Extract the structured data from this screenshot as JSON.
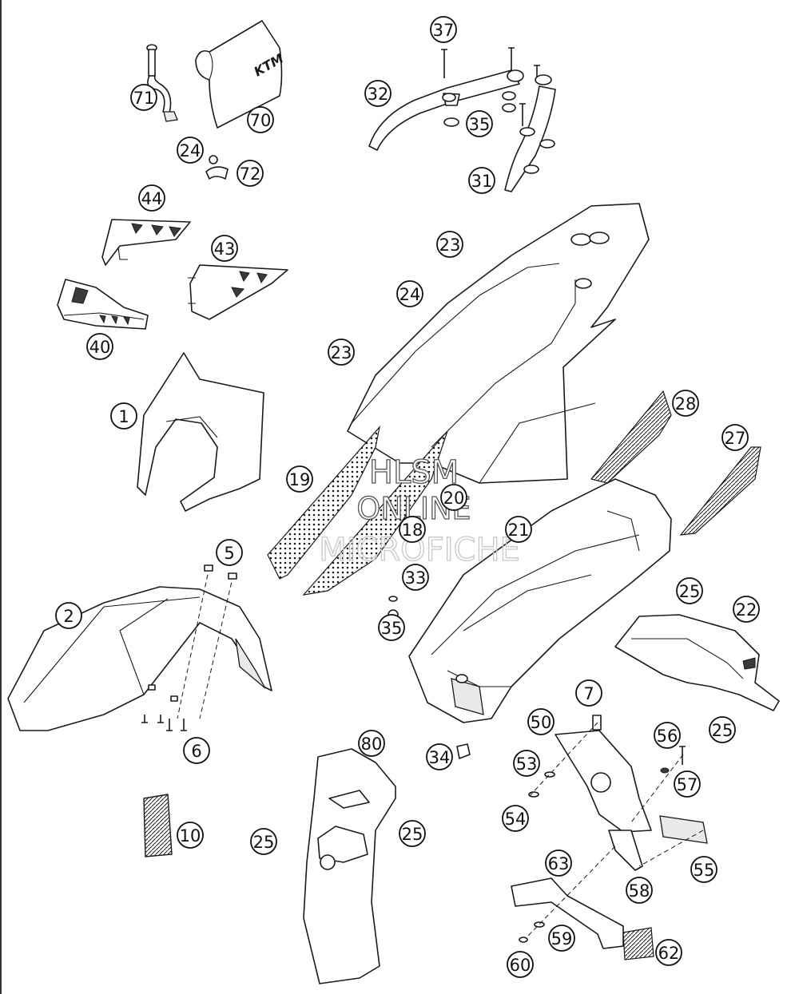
{
  "watermark": {
    "line1": "HLSM",
    "line2": "ONLINE",
    "line3": "MICROFICHE"
  },
  "logo_text": "KTM",
  "callouts": [
    {
      "label": "37"
    },
    {
      "label": "32"
    },
    {
      "label": "35"
    },
    {
      "label": "31"
    },
    {
      "label": "71"
    },
    {
      "label": "70"
    },
    {
      "label": "24"
    },
    {
      "label": "72"
    },
    {
      "label": "44"
    },
    {
      "label": "43"
    },
    {
      "label": "40"
    },
    {
      "label": "23"
    },
    {
      "label": "24"
    },
    {
      "label": "23"
    },
    {
      "label": "1"
    },
    {
      "label": "28"
    },
    {
      "label": "27"
    },
    {
      "label": "19"
    },
    {
      "label": "20"
    },
    {
      "label": "18"
    },
    {
      "label": "21"
    },
    {
      "label": "5"
    },
    {
      "label": "2"
    },
    {
      "label": "33"
    },
    {
      "label": "35"
    },
    {
      "label": "25"
    },
    {
      "label": "22"
    },
    {
      "label": "7"
    },
    {
      "label": "6"
    },
    {
      "label": "80"
    },
    {
      "label": "50"
    },
    {
      "label": "56"
    },
    {
      "label": "25"
    },
    {
      "label": "34"
    },
    {
      "label": "53"
    },
    {
      "label": "57"
    },
    {
      "label": "10"
    },
    {
      "label": "25"
    },
    {
      "label": "25"
    },
    {
      "label": "54"
    },
    {
      "label": "55"
    },
    {
      "label": "63"
    },
    {
      "label": "58"
    },
    {
      "label": "59"
    },
    {
      "label": "62"
    },
    {
      "label": "60"
    }
  ]
}
